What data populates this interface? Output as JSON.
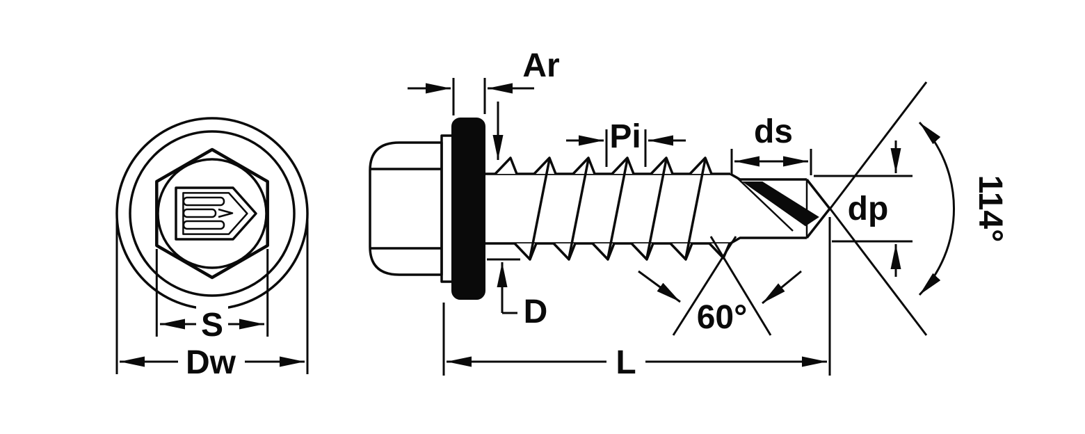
{
  "labels": {
    "washer_thickness": "Ar",
    "thread_pitch": "Pi",
    "drill_point_length": "ds",
    "drill_point_diameter": "dp",
    "point_angle": "114°",
    "thread_angle": "60°",
    "thread_diameter": "D",
    "screw_length": "L",
    "hex_width_across_flats": "S",
    "washer_diameter": "Dw"
  },
  "colors": {
    "line": "#0a0a0a",
    "background": "#ffffff",
    "washer_fill": "#0a0a0a"
  }
}
